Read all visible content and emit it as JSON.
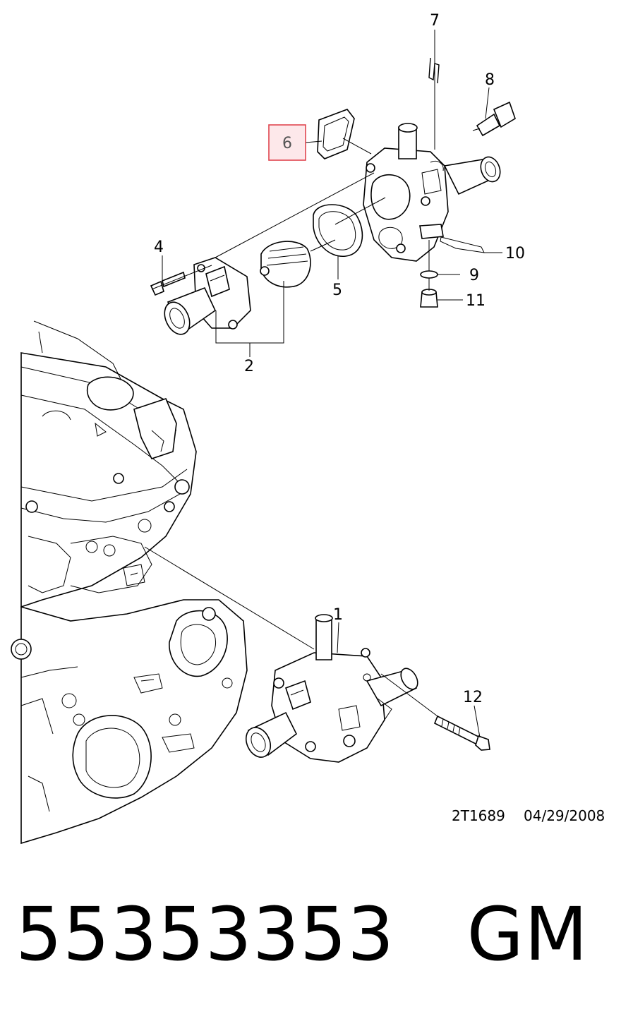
{
  "callouts": [
    {
      "id": "1",
      "label": "1"
    },
    {
      "id": "2",
      "label": "2"
    },
    {
      "id": "4",
      "label": "4"
    },
    {
      "id": "5",
      "label": "5"
    },
    {
      "id": "6",
      "label": "6",
      "highlighted": true
    },
    {
      "id": "7",
      "label": "7"
    },
    {
      "id": "8",
      "label": "8"
    },
    {
      "id": "9",
      "label": "9"
    },
    {
      "id": "10",
      "label": "10"
    },
    {
      "id": "11",
      "label": "11"
    },
    {
      "id": "12",
      "label": "12"
    }
  ],
  "reference": {
    "code": "2T1689",
    "date": "04/29/2008"
  },
  "footer": {
    "part_number": "55353353",
    "brand": "GM"
  },
  "colors": {
    "highlight_border": "#e0454f",
    "highlight_fill": "#fde8ea",
    "highlight_text": "#555555",
    "ink": "#000000"
  }
}
